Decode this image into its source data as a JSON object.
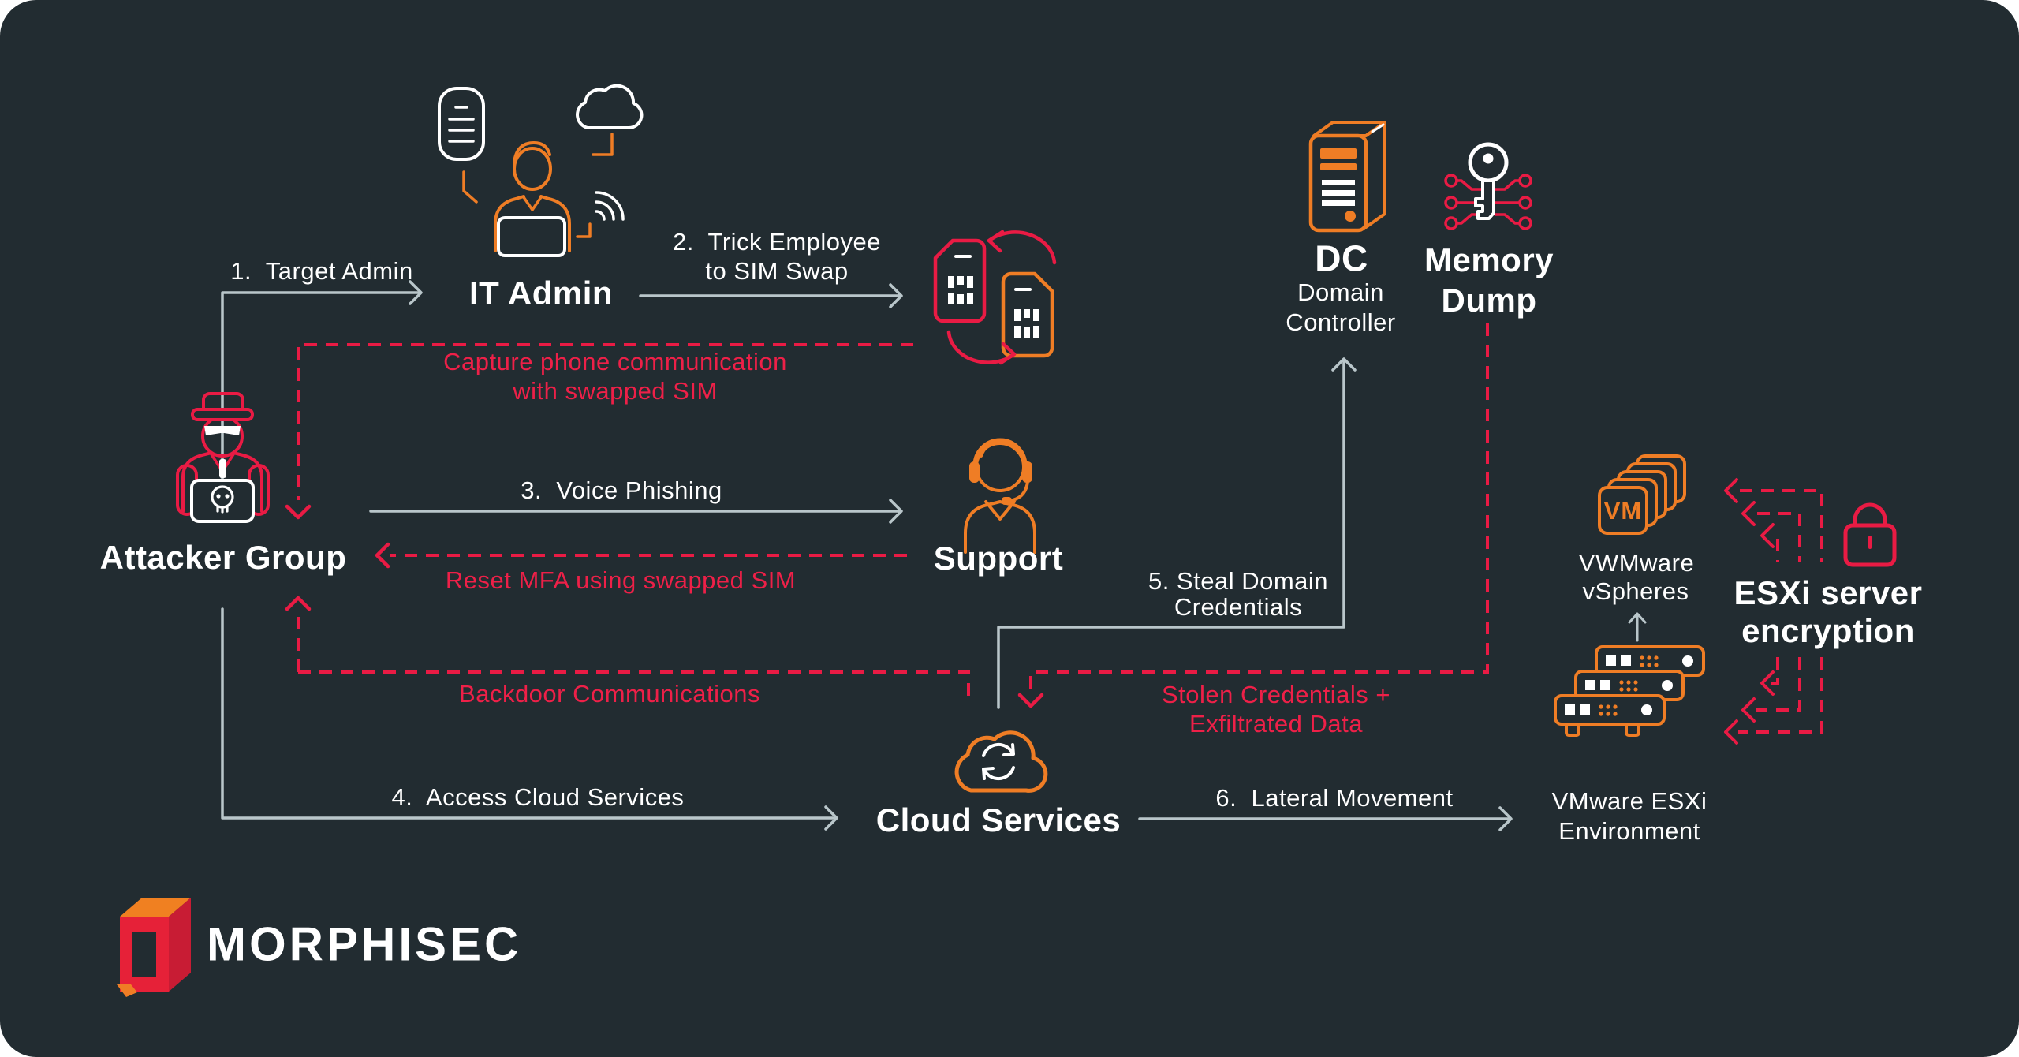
{
  "colors": {
    "background": "#222c31",
    "accent_red": "#e91b44",
    "annotation_red": "#ee2048",
    "accent_orange": "#ef7d25",
    "line_gray": "#b9c6ca",
    "text_white": "#ffffff"
  },
  "brand": {
    "logo_text": "MORPHISEC"
  },
  "nodes": {
    "it_admin": {
      "label": "IT Admin"
    },
    "attacker_group": {
      "label": "Attacker Group"
    },
    "support": {
      "label": "Support"
    },
    "cloud_services": {
      "label": "Cloud Services"
    },
    "domain_controller": {
      "label": "DC",
      "subline1": "Domain",
      "subline2": "Controller"
    },
    "memory_dump": {
      "line1": "Memory",
      "line2": "Dump"
    },
    "vmware_vspheres": {
      "badge": "VM",
      "line1": "VWMware",
      "line2": "vSpheres"
    },
    "esxi_environment": {
      "line1": "VMware ESXi",
      "line2": "Environment"
    },
    "esxi_encryption": {
      "line1": "ESXi server",
      "line2": "encryption"
    }
  },
  "steps": {
    "step1": "1.  Target Admin",
    "step2_line1": "2.  Trick Employee",
    "step2_line2": "to SIM Swap",
    "step3": "3.  Voice Phishing",
    "step4": "4.  Access Cloud Services",
    "step5_line1": "5. Steal Domain",
    "step5_line2": "Credentials",
    "step6": "6.  Lateral Movement"
  },
  "annotations": {
    "capture_line1": "Capture phone communication",
    "capture_line2": "with swapped SIM",
    "reset_mfa": "Reset MFA using swapped SIM",
    "backdoor": "Backdoor Communications",
    "stolen_line1": "Stolen Credentials +",
    "stolen_line2": "Exfiltrated Data"
  }
}
